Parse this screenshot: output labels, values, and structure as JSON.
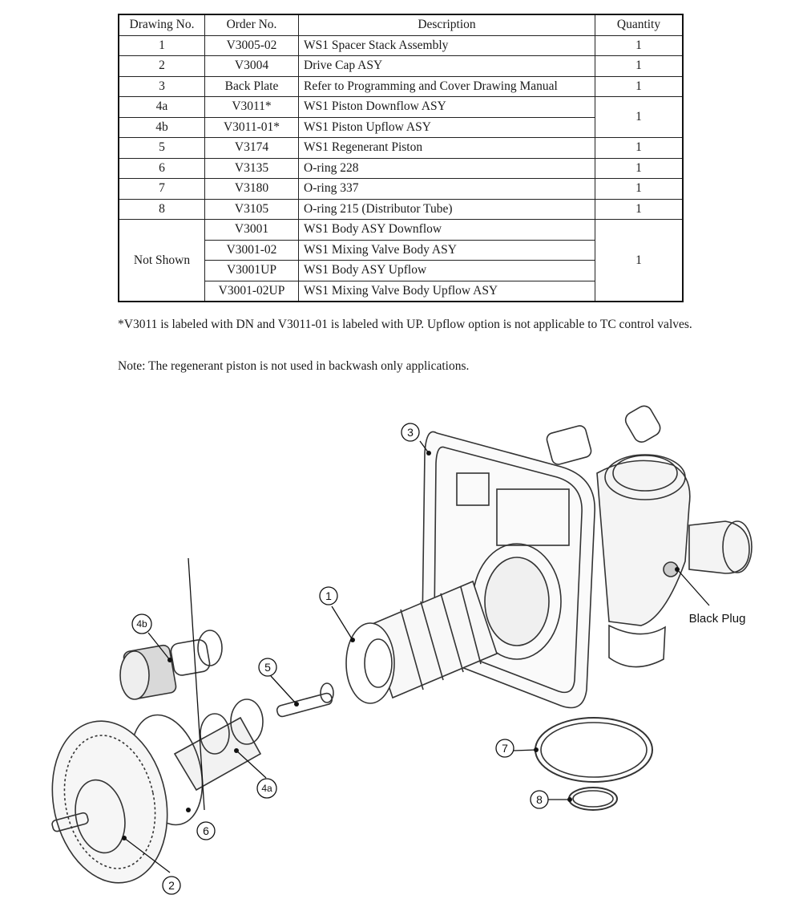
{
  "table": {
    "headers": [
      "Drawing No.",
      "Order No.",
      "Description",
      "Quantity"
    ],
    "rows": [
      {
        "drawing": "1",
        "order": "V3005-02",
        "desc": "WS1 Spacer Stack Assembly",
        "qty": "1"
      },
      {
        "drawing": "2",
        "order": "V3004",
        "desc": "Drive Cap ASY",
        "qty": "1"
      },
      {
        "drawing": "3",
        "order": "Back Plate",
        "desc": "Refer to Programming and Cover Drawing Manual",
        "qty": "1"
      },
      {
        "drawing": "4a",
        "order": "V3011*",
        "desc": "WS1 Piston Downflow ASY",
        "qty": "1"
      },
      {
        "drawing": "4b",
        "order": "V3011-01*",
        "desc": "WS1 Piston Upflow ASY"
      },
      {
        "drawing": "5",
        "order": "V3174",
        "desc": "WS1 Regenerant Piston",
        "qty": "1"
      },
      {
        "drawing": "6",
        "order": "V3135",
        "desc": "O-ring 228",
        "qty": "1"
      },
      {
        "drawing": "7",
        "order": "V3180",
        "desc": "O-ring 337",
        "qty": "1"
      },
      {
        "drawing": "8",
        "order": "V3105",
        "desc": "O-ring 215 (Distributor Tube)",
        "qty": "1"
      },
      {
        "drawing": "Not Shown",
        "order": "V3001",
        "desc": "WS1 Body ASY Downflow",
        "qty": "1"
      },
      {
        "order": "V3001-02",
        "desc": "WS1 Mixing Valve Body ASY"
      },
      {
        "order": "V3001UP",
        "desc": "WS1 Body ASY Upflow"
      },
      {
        "order": "V3001-02UP",
        "desc": "WS1 Mixing Valve Body Upflow ASY"
      }
    ]
  },
  "notes": {
    "footnote": "*V3011 is labeled with DN and V3011-01 is labeled with UP. Upflow option is not applicable to TC control valves.",
    "note": "Note: The regenerant piston is not used in backwash only applications."
  },
  "diagram": {
    "callouts": [
      "1",
      "2",
      "3",
      "4a",
      "4b",
      "5",
      "6",
      "7",
      "8"
    ],
    "black_plug": "Black Plug"
  }
}
